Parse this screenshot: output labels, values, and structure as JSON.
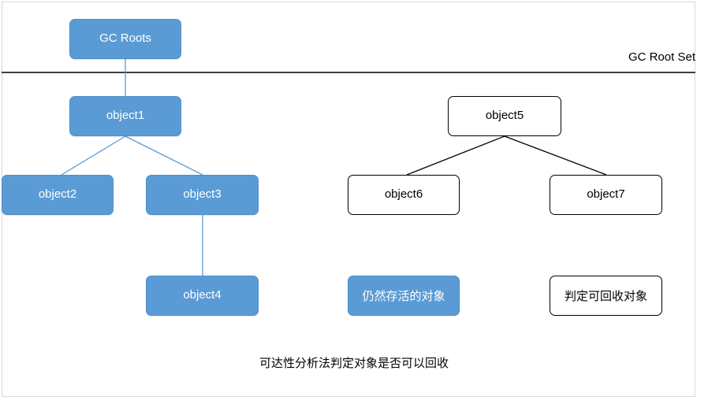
{
  "diagram": {
    "caption": "可达性分析法判定对象是否可以回收",
    "divider_label": "GC Root Set",
    "colors": {
      "alive_fill": "#5b9bd5",
      "alive_border": "#4e8fc7",
      "alive_text": "#ffffff",
      "recyclable_fill": "#ffffff",
      "recyclable_border": "#000000",
      "recyclable_text": "#000000",
      "alive_edge": "#5b9bd5",
      "recyclable_edge": "#000000",
      "divider": "#000000",
      "frame": "#d9d9d9"
    },
    "nodes": [
      {
        "id": "gc-roots",
        "label": "GC Roots",
        "state": "alive"
      },
      {
        "id": "object1",
        "label": "object1",
        "state": "alive"
      },
      {
        "id": "object2",
        "label": "object2",
        "state": "alive"
      },
      {
        "id": "object3",
        "label": "object3",
        "state": "alive"
      },
      {
        "id": "object4",
        "label": "object4",
        "state": "alive"
      },
      {
        "id": "object5",
        "label": "object5",
        "state": "recyclable"
      },
      {
        "id": "object6",
        "label": "object6",
        "state": "recyclable"
      },
      {
        "id": "object7",
        "label": "object7",
        "state": "recyclable"
      }
    ],
    "edges": [
      {
        "from": "gc-roots",
        "to": "object1",
        "state": "alive"
      },
      {
        "from": "object1",
        "to": "object2",
        "state": "alive"
      },
      {
        "from": "object1",
        "to": "object3",
        "state": "alive"
      },
      {
        "from": "object3",
        "to": "object4",
        "state": "alive"
      },
      {
        "from": "object5",
        "to": "object6",
        "state": "recyclable"
      },
      {
        "from": "object5",
        "to": "object7",
        "state": "recyclable"
      }
    ],
    "legend": [
      {
        "id": "legend-alive",
        "label": "仍然存活的对象",
        "state": "alive"
      },
      {
        "id": "legend-recyclable",
        "label": "判定可回收对象",
        "state": "recyclable"
      }
    ]
  }
}
